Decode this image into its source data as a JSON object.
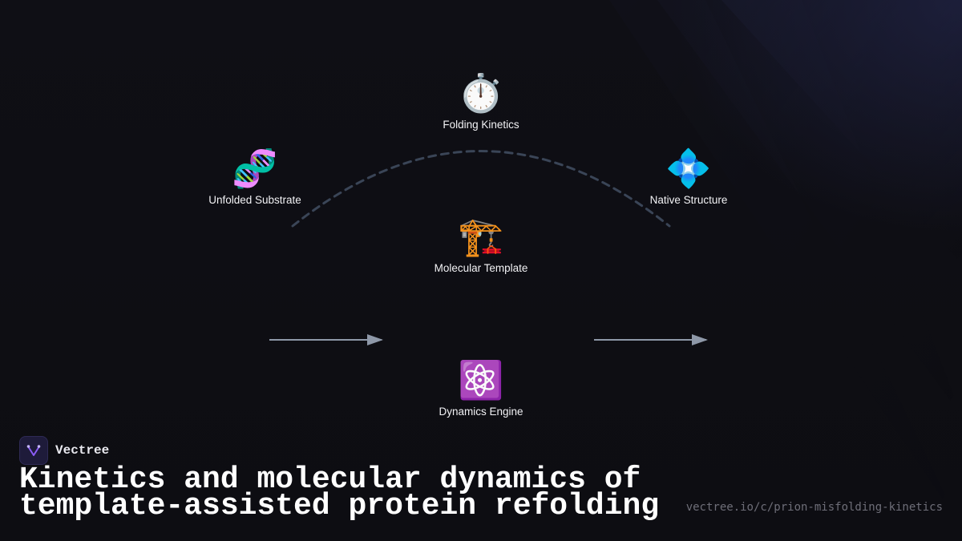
{
  "diagram": {
    "nodes": [
      {
        "id": "folding-kinetics",
        "label": "Folding Kinetics",
        "icon": "stopwatch-icon",
        "glyph": "⏱️"
      },
      {
        "id": "unfolded-substrate",
        "label": "Unfolded Substrate",
        "icon": "dna-icon",
        "glyph": "🧬"
      },
      {
        "id": "native-structure",
        "label": "Native Structure",
        "icon": "diamond-icon",
        "glyph": "💠"
      },
      {
        "id": "molecular-template",
        "label": "Molecular Template",
        "icon": "crane-icon",
        "glyph": "🏗️"
      },
      {
        "id": "dynamics-engine",
        "label": "Dynamics Engine",
        "icon": "atom-icon",
        "glyph": "⚛️"
      }
    ],
    "connectors": [
      {
        "type": "dashed-arc",
        "color": "#3a4557"
      },
      {
        "type": "arrow",
        "color": "#8e98a8"
      },
      {
        "type": "arrow",
        "color": "#8e98a8"
      }
    ]
  },
  "brand": {
    "name": "Vectree",
    "logo_icon": "vectree-logo-icon",
    "accent": "#8b5cf6"
  },
  "title": "Kinetics and molecular dynamics of template-assisted protein refolding",
  "url": "vectree.io/c/prion-misfolding-kinetics",
  "colors": {
    "background": "#0e0e13",
    "text": "#ffffff",
    "muted": "#6e6e78"
  }
}
